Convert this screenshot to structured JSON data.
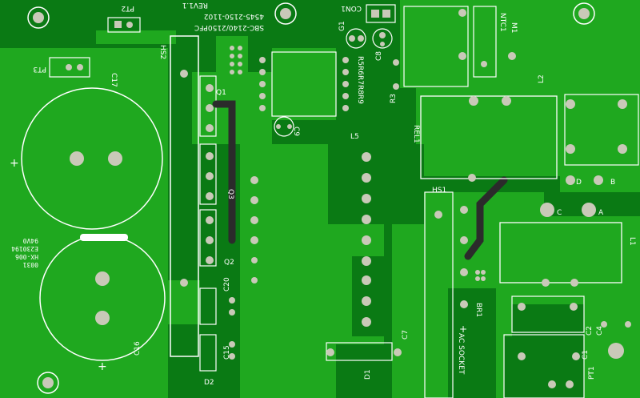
{
  "image": {
    "kind": "printed-circuit-board",
    "colors": {
      "board": "#0a7a14",
      "copper_pour": "#1fa81f",
      "silkscreen": "#ffffff",
      "pad": "#c9c9b8",
      "bare_copper": "#2b2b2b"
    }
  },
  "silkscreen": {
    "board_title": "SBC-2140/2150PFC",
    "part_no": "4545-2150-1102",
    "revision": "REV1.1",
    "ul_mark": "94V0",
    "ul_code": "E230194",
    "ul_model": "HX-006",
    "ul_date": "0031",
    "labels": {
      "pt1": "PT1",
      "pt2": "PT2",
      "pt3": "PT3",
      "c17": "C17",
      "c16": "C16",
      "hs2": "HS2",
      "q1": "Q1",
      "q2": "Q2",
      "q3": "Q3",
      "con1": "CON1",
      "g1": "G1",
      "c8": "C8",
      "r3": "R3",
      "ntc1": "NTC1",
      "m1": "M1",
      "l2": "L2",
      "l1": "L1",
      "l5": "L5",
      "rel1": "REL1",
      "d1": "D1",
      "d2": "D2",
      "c7": "C7",
      "c9": "C9",
      "c15": "C15",
      "c20": "C20",
      "c1": "C1",
      "c2": "C2",
      "c4": "C4",
      "br1": "BR1",
      "hs1": "HS1",
      "ac_socket": "AC SOCKET",
      "pin_a": "A",
      "pin_b": "B",
      "pin_c": "C",
      "pin_d": "D",
      "r_group": "R5R6R7R8R9",
      "plus_1": "+",
      "plus_2": "+",
      "plus_3": "+"
    }
  }
}
